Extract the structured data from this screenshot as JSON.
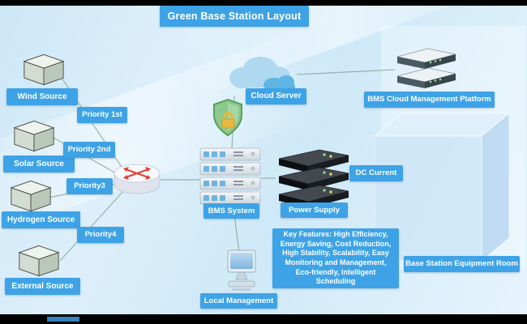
{
  "title": "Green Base Station Layout",
  "sources": [
    {
      "label": "Wind Source",
      "priority": "Priority 1st"
    },
    {
      "label": "Solar Source",
      "priority": "Priority 2nd"
    },
    {
      "label": "Hydrogen Source",
      "priority": "Priority3"
    },
    {
      "label": "External Source",
      "priority": "Priority4"
    }
  ],
  "nodes": {
    "cloud_server": "Cloud Server",
    "bms_cloud_platform": "BMS Cloud Management Platform",
    "bms_system": "BMS System",
    "power_supply": "Power Supply",
    "dc_current": "DC Current",
    "equipment_room": "Base Station Equipment Room",
    "local_management": "Local Management"
  },
  "key_features": "Key Features: High Efficiency, Energy Saving, Cost Reduction, High Stability, Scalability, Easy Monitoring and Management, Eco-friendly, Intelligent Scheduling",
  "colors": {
    "label_bg": "#3ea3e6",
    "background": "#d9edf9",
    "letterbox": "#000000",
    "shield_green": "#8cc98c",
    "lock_yellow": "#e8b93c",
    "cloud_light": "#aed9f0",
    "cloud_dark": "#5fb6e3"
  }
}
